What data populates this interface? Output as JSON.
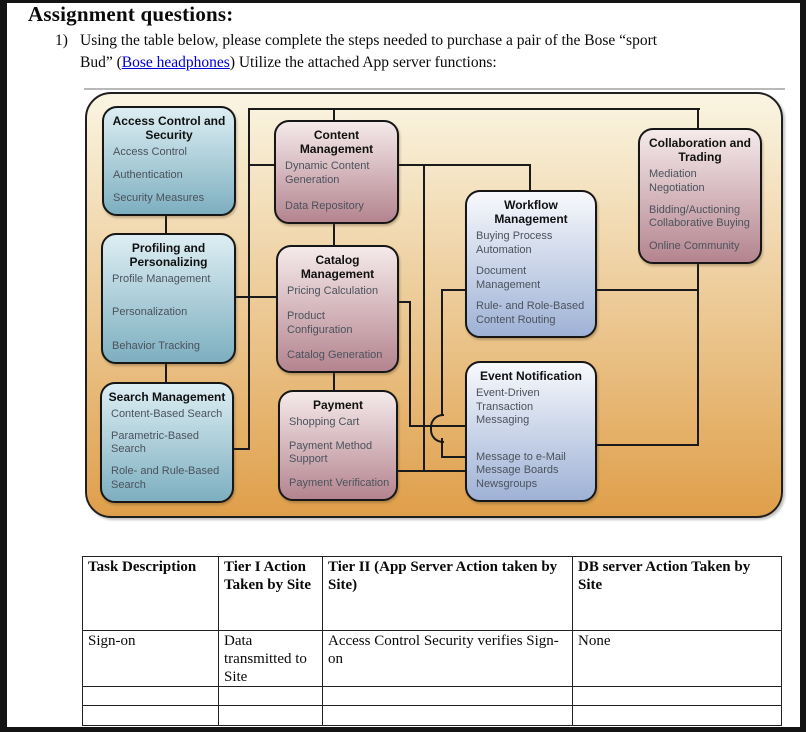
{
  "document": {
    "heading": "Assignment questions:",
    "question": {
      "number": "1)",
      "line1": "Using the table below, please complete the steps needed to purchase a pair of the Bose “sport",
      "line2_before_link": "Bud” (",
      "link_text": "Bose headphones",
      "line2_after_link": ") Utilize the attached App server functions:"
    }
  },
  "diagram": {
    "boxes": [
      {
        "id": "access-control-and-security",
        "title": "Access Control and Security",
        "theme": "teal",
        "items": [
          "Access Control",
          "Authentication",
          "Security Measures"
        ]
      },
      {
        "id": "content-management",
        "title": "Content Management",
        "theme": "pink",
        "items": [
          "Dynamic Content Generation",
          "Data Repository"
        ]
      },
      {
        "id": "collaboration-and-trading",
        "title": "Collaboration and Trading",
        "theme": "pink",
        "items": [
          "Mediation Negotiation",
          "Bidding/Auctioning Collaborative Buying",
          "Online Community"
        ]
      },
      {
        "id": "profiling-and-personalizing",
        "title": "Profiling and Personalizing",
        "theme": "teal",
        "items": [
          "Profile Management",
          "Personalization",
          "Behavior Tracking"
        ]
      },
      {
        "id": "catalog-management",
        "title": "Catalog Management",
        "theme": "pink",
        "items": [
          "Pricing Calculation",
          "Product Configuration",
          "Catalog Generation"
        ]
      },
      {
        "id": "workflow-management",
        "title": "Workflow Management",
        "theme": "steel",
        "items": [
          "Buying Process Automation",
          "Document Management",
          "Rule- and Role-Based Content Routing"
        ]
      },
      {
        "id": "search-management",
        "title": "Search Management",
        "theme": "teal",
        "items": [
          "Content-Based Search",
          "Parametric-Based Search",
          "Role- and Rule-Based Search"
        ]
      },
      {
        "id": "payment",
        "title": "Payment",
        "theme": "pink",
        "items": [
          "Shopping Cart",
          "Payment Method Support",
          "Payment Verification"
        ]
      },
      {
        "id": "event-notification",
        "title": "Event Notification",
        "theme": "steel",
        "items": [
          "Event-Driven Transaction Messaging",
          "Message to e-Mail Message Boards Newsgroups"
        ]
      }
    ]
  },
  "table": {
    "headers": [
      "Task Description",
      "Tier I Action Taken by Site",
      "Tier II (App Server Action taken by Site)",
      "DB server Action Taken by Site"
    ],
    "rows": [
      [
        "Sign-on",
        "Data transmitted to Site",
        "Access Control Security verifies Sign-on",
        "None"
      ],
      [
        "",
        "",
        "",
        ""
      ],
      [
        "",
        "",
        "",
        ""
      ]
    ]
  },
  "colors": {
    "link": "#0000d4",
    "diagram_bg_top": "#faf5e2",
    "diagram_bg_bottom": "#df9f4a",
    "teal_top": "#ddeef3",
    "teal_bottom": "#7dafc0",
    "pink_top": "#f5eaea",
    "pink_bottom": "#b4848f",
    "steel_top": "#f7f9fc",
    "steel_bottom": "#9fb2d6"
  }
}
